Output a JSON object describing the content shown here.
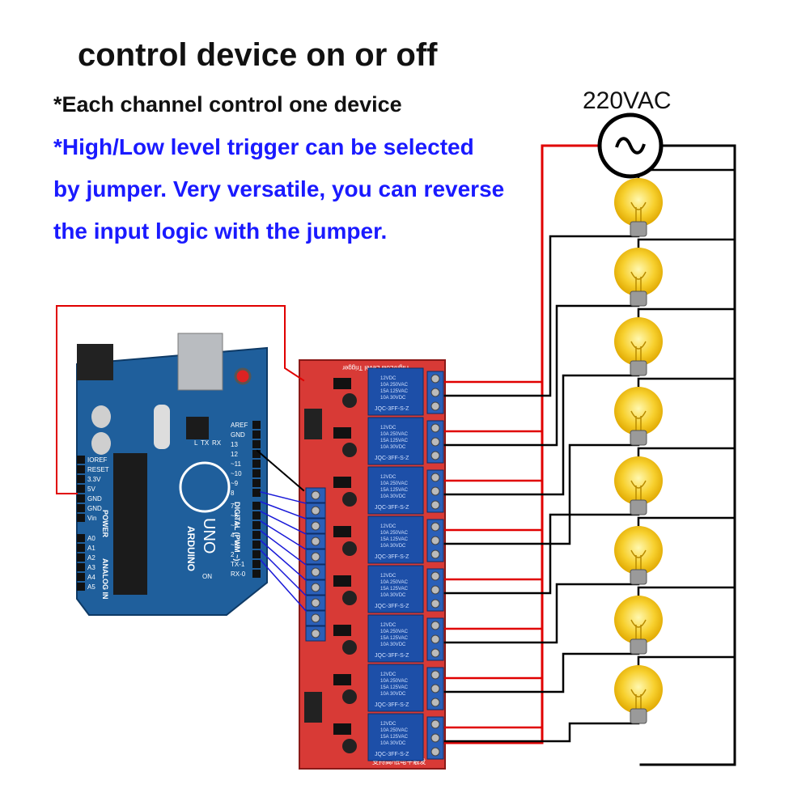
{
  "heading": "control device on or off",
  "notes": {
    "line1": "*Each channel control one device",
    "line2": "*High/Low level trigger can be selected",
    "line3": "by jumper. Very versatile, you can reverse",
    "line4": "the input logic with the jumper."
  },
  "source": {
    "label": "220VAC"
  },
  "arduino": {
    "logo_text": "ARDUINO",
    "model": "UNO",
    "power_header_label": "POWER",
    "analog_header_label": "ANALOG IN",
    "power_pins": [
      "IOREF",
      "RESET",
      "3.3V",
      "5V",
      "GND",
      "GND",
      "Vin"
    ],
    "analog_pins": [
      "A0",
      "A1",
      "A2",
      "A3",
      "A4",
      "A5"
    ],
    "digital_pins_top": [
      "AREF",
      "GND",
      "13",
      "12",
      "~11",
      "~10",
      "~9",
      "8"
    ],
    "digital_pins_bottom": [
      "7",
      "~6",
      "~5",
      "4",
      "~3",
      "2",
      "TX-1",
      "RX-0"
    ],
    "digital_label": "DIGITAL (PWM ~)",
    "led_labels": [
      "L",
      "TX",
      "RX"
    ],
    "on_label": "ON"
  },
  "relay_board": {
    "channel_count": 8,
    "top_text": "High/Low Level Trigger",
    "bottom_text": "支持高/低电平触发",
    "relay_model": "JQC-3FF-S-Z",
    "relay_lines": [
      "12VDC",
      "10A 250VAC",
      "15A 125VAC",
      "10A 30VDC"
    ]
  },
  "lamps": {
    "count": 8
  },
  "colors": {
    "board_blue": "#1f5f9c",
    "relay_red": "#d83a36",
    "relay_blue": "#1d4fa8",
    "wire_red": "#e00000",
    "wire_black": "#000000",
    "wire_blue": "#1a1ad8",
    "text_blue": "#1a1aff"
  }
}
